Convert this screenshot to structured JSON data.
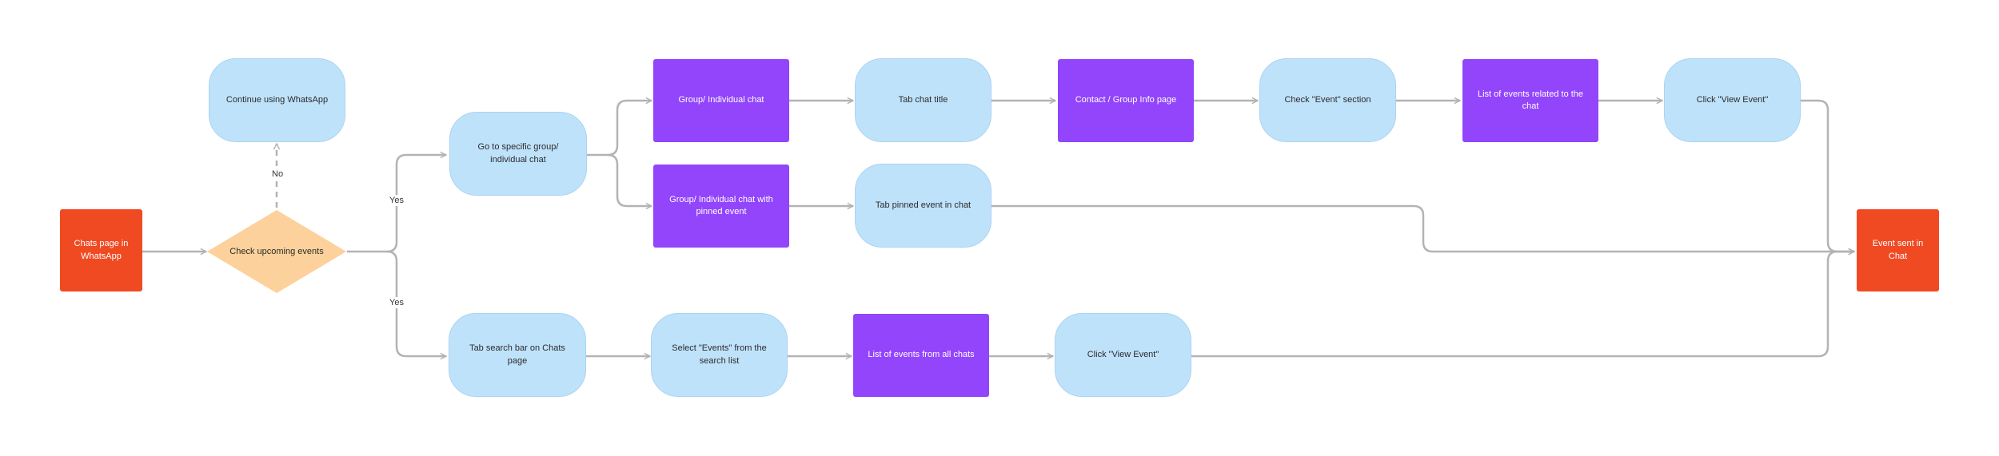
{
  "nodes": {
    "chats_page": "Chats page in WhatsApp",
    "check_upcoming": "Check upcoming events",
    "continue_using": "Continue using WhatsApp",
    "go_specific": "Go to specific group/ individual chat",
    "tab_search": "Tab search bar on Chats page",
    "group_chat": "Group/ Individual chat",
    "group_chat_pinned": "Group/ Individual chat with pinned event",
    "select_events": "Select \"Events\" from the search list",
    "tab_chat_title": "Tab chat title",
    "tab_pinned_event": "Tab pinned event in chat",
    "list_all_chats": "List of events from all chats",
    "contact_info": "Contact / Group Info page",
    "click_view_event_bottom": "Click \"View Event\"",
    "check_event_section": "Check \"Event\" section",
    "list_related": "List of events related to the chat",
    "click_view_event_top": "Click \"View Event\"",
    "event_sent": "Event sent in Chat"
  },
  "edge_labels": {
    "no": "No",
    "yes_top": "Yes",
    "yes_bottom": "Yes"
  },
  "colors": {
    "start_end": "#f04a23",
    "step": "#bfe2fb",
    "screen": "#9245fb",
    "decision": "#fdd19b",
    "connector": "#b3b3b3"
  }
}
